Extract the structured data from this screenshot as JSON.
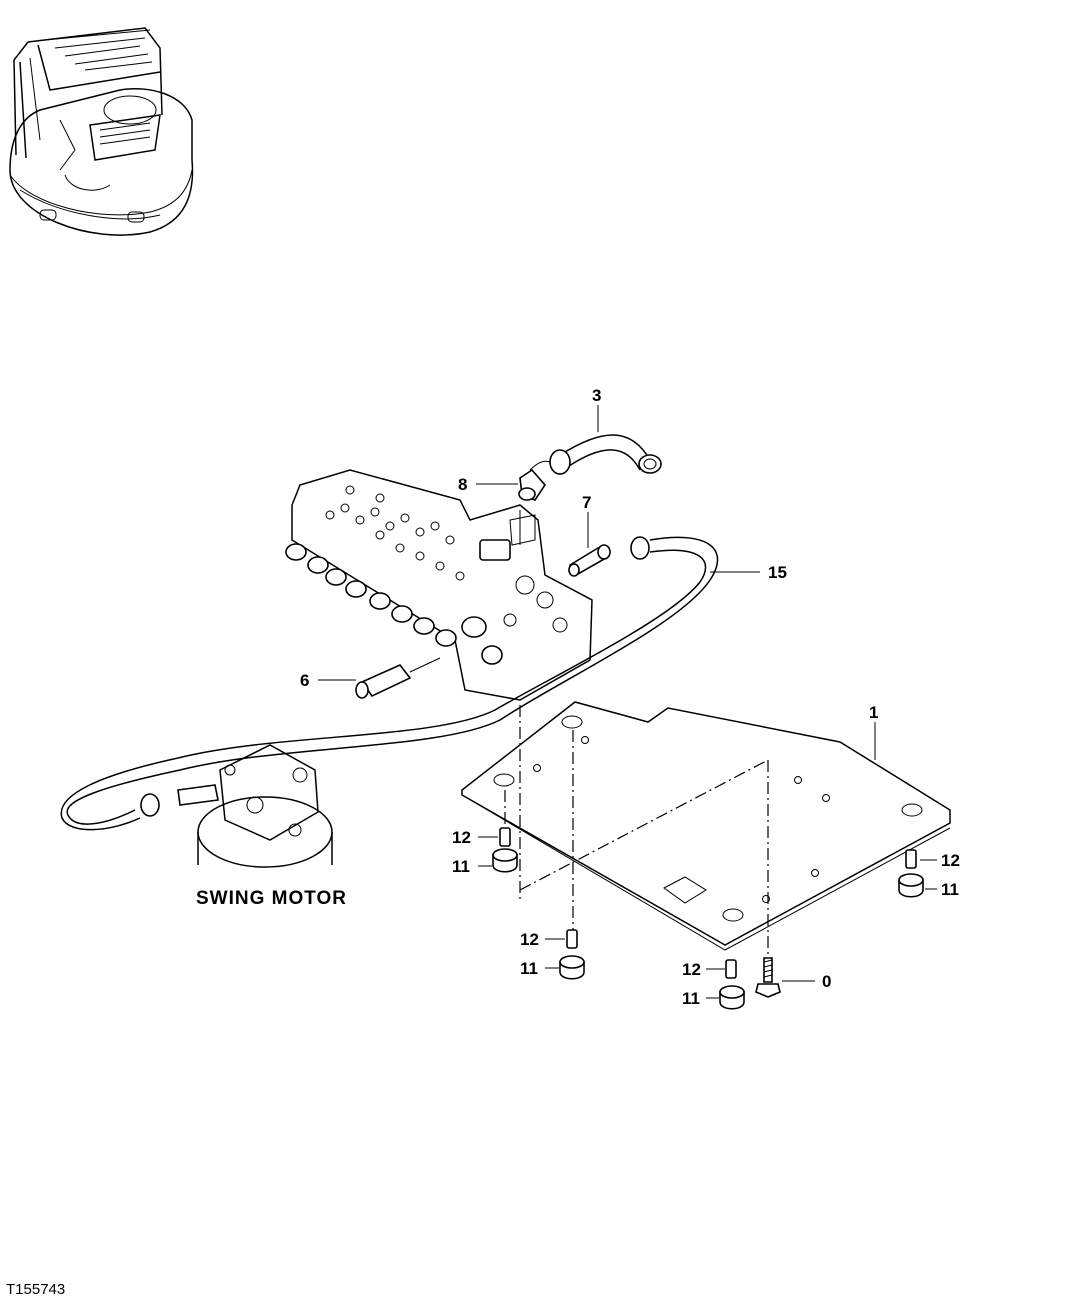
{
  "figure_ref": "T155743",
  "caption_swing_motor": "SWING MOTOR",
  "callouts": {
    "plate": "1",
    "hose_top": "3",
    "fitting_6": "6",
    "fitting_7": "7",
    "elbow_8": "8",
    "hose_15": "15",
    "bushing_a": "11",
    "bushing_b": "11",
    "bushing_c": "11",
    "bushing_d": "11",
    "pin_a": "12",
    "pin_b": "12",
    "pin_c": "12",
    "pin_d": "12",
    "bolt_0": "0"
  }
}
